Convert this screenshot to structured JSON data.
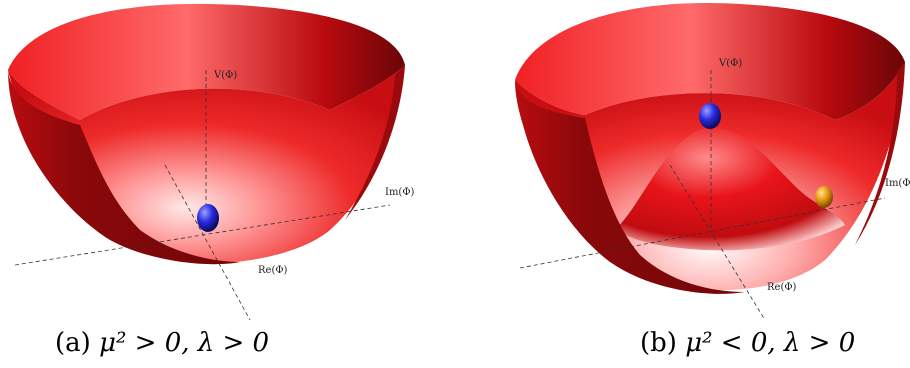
{
  "panels": [
    {
      "axis_labels": {
        "vertical": "V(Φ)",
        "imag": "Im(Φ)",
        "real": "Re(Φ)"
      },
      "caption": {
        "tag": "(a) ",
        "math": "μ² > 0, λ > 0"
      },
      "ball_colors": [
        "#2a2ae0"
      ]
    },
    {
      "axis_labels": {
        "vertical": "V(Φ)",
        "imag": "Im(Φ",
        "real": "Re(Φ)"
      },
      "caption": {
        "tag": "(b) ",
        "math": "μ² < 0, λ > 0"
      },
      "ball_colors": [
        "#2a2ae0",
        "#e89a10"
      ]
    }
  ],
  "colors": {
    "surface": "#e8141a",
    "surface_dark": "#8a0a0c",
    "surface_light": "#ffd6d6"
  }
}
